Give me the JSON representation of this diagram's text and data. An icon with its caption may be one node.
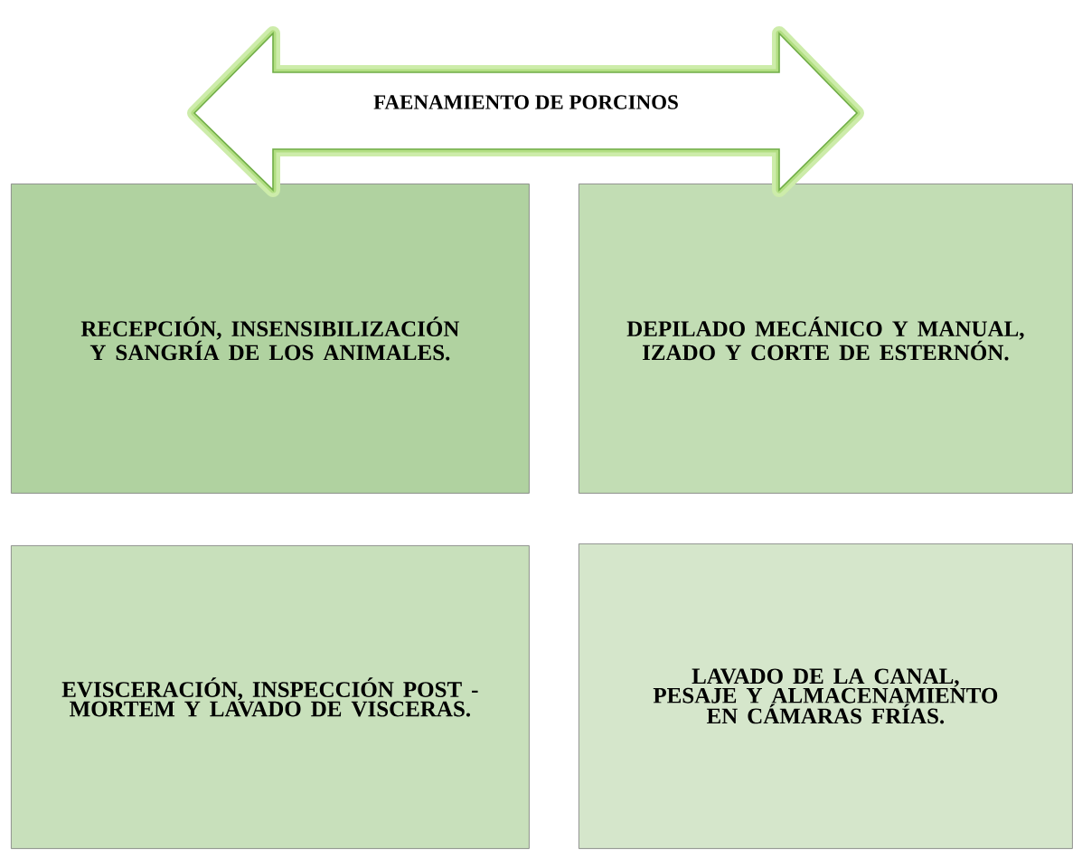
{
  "diagram": {
    "nodes": [
      {
        "text": [
          "FAENAMIENTO DE PORCINOS"
        ]
      },
      {
        "text": [
          "RECEPCIÓN, INSENSIBILIZACIÓN Y SANGRÍA DE LOS ANIMALES."
        ]
      },
      {
        "text": [
          "DEPILADO MECÁNICO Y MANUAL, IZADO Y CORTE DE ESTERNÓN."
        ]
      },
      {
        "text": [
          "EVISCERACIÓN, INSPECCIÓN POST - MORTEM Y LAVADO DE VISCERAS."
        ]
      },
      {
        "text": [
          "LAVADO DE LA CANAL, PESAJE Y ALMACENAMIENTO EN CÁMARAS FRÍAS."
        ]
      }
    ]
  }
}
